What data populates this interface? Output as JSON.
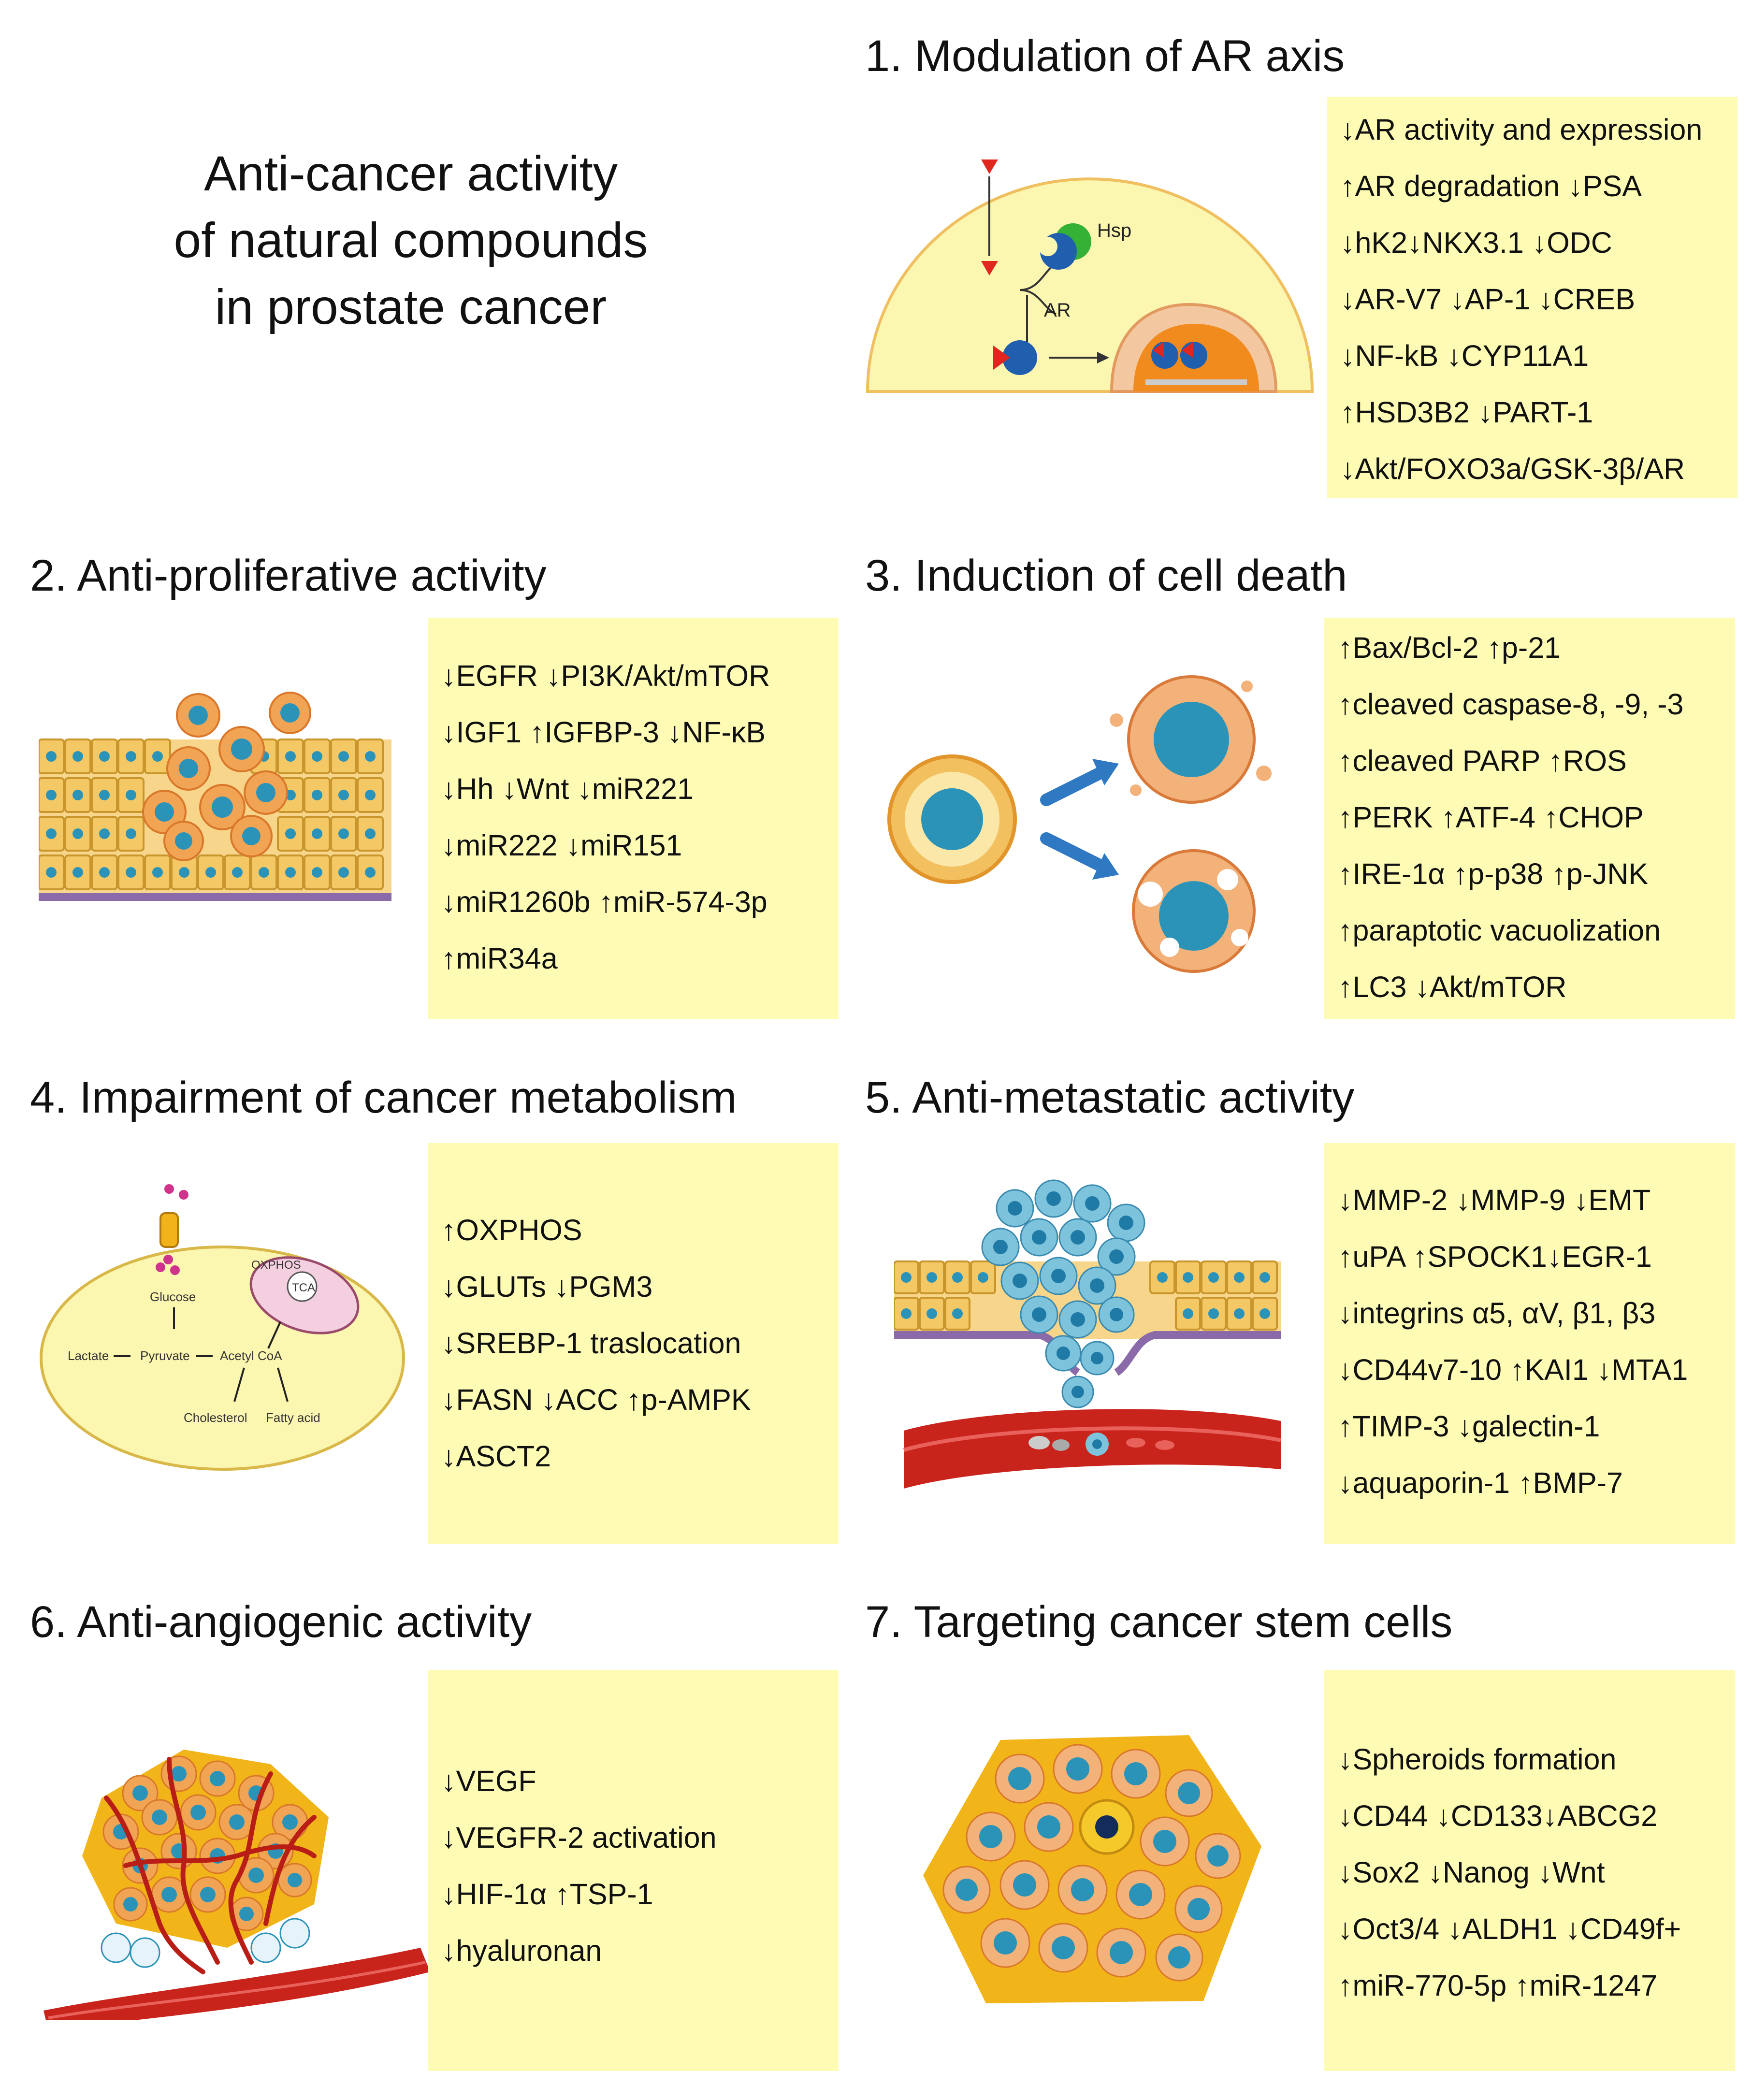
{
  "title": {
    "line1": "Anti-cancer activity",
    "line2": "of natural compounds",
    "line3": "in prostate cancer"
  },
  "sections": [
    {
      "title": "1. Modulation of AR axis",
      "items": [
        "↓AR activity and expression",
        "↑AR degradation ↓PSA",
        "↓hK2↓NKX3.1 ↓ODC",
        "↓AR-V7 ↓AP-1 ↓CREB",
        "↓NF-kB ↓CYP11A1",
        "↑HSD3B2 ↓PART-1",
        "↓Akt/FOXO3a/GSK-3β/AR"
      ],
      "diagram_labels": {
        "hsp": "Hsp",
        "ar": "AR"
      }
    },
    {
      "title": "2. Anti-proliferative activity",
      "items": [
        "↓EGFR ↓PI3K/Akt/mTOR",
        "↓IGF1 ↑IGFBP-3 ↓NF-κB",
        "↓Hh ↓Wnt ↓miR221",
        "↓miR222 ↓miR151",
        "↓miR1260b ↑miR-574-3p",
        "↑miR34a"
      ]
    },
    {
      "title": "3. Induction of cell death",
      "items": [
        "↑Bax/Bcl-2 ↑p-21",
        "↑cleaved caspase-8, -9, -3",
        "↑cleaved PARP ↑ROS",
        "↑PERK ↑ATF-4 ↑CHOP",
        "↑IRE-1α ↑p-p38 ↑p-JNK",
        "↑paraptotic vacuolization",
        "↑LC3 ↓Akt/mTOR"
      ]
    },
    {
      "title": "4. Impairment of cancer metabolism",
      "items": [
        "↑OXPHOS",
        "↓GLUTs ↓PGM3",
        "↓SREBP-1 traslocation",
        "↓FASN ↓ACC ↑p-AMPK",
        "↓ASCT2"
      ],
      "diagram_labels": {
        "glucose": "Glucose",
        "oxphos": "OXPHOS",
        "tca": "TCA",
        "lactate": "Lactate",
        "pyruvate": "Pyruvate",
        "acetyl_coa": "Acetyl CoA",
        "cholesterol": "Cholesterol",
        "fatty_acid": "Fatty acid"
      }
    },
    {
      "title": "5. Anti-metastatic activity",
      "items": [
        "↓MMP-2 ↓MMP-9 ↓EMT",
        "↑uPA ↑SPOCK1↓EGR-1",
        "↓integrins α5, αV, β1, β3",
        "↓CD44v7-10 ↑KAI1 ↓MTA1",
        "↑TIMP-3 ↓galectin-1",
        "↓aquaporin-1 ↑BMP-7"
      ]
    },
    {
      "title": "6. Anti-angiogenic activity",
      "items": [
        "↓VEGF",
        "↓VEGFR-2 activation",
        "↓HIF-1α ↑TSP-1",
        "↓hyaluronan"
      ]
    },
    {
      "title": "7. Targeting cancer stem cells",
      "items": [
        "↓Spheroids formation",
        "↓CD44 ↓CD133↓ABCG2",
        "↓Sox2  ↓Nanog ↓Wnt",
        "↓Oct3/4 ↓ALDH1 ↓CD49f+",
        "↑miR-770-5p ↑miR-1247"
      ]
    }
  ],
  "colors": {
    "box_fill": "#fdfbb4",
    "cell_orange": "#f2a455",
    "nucleus_blue": "#2c93b8",
    "vessel_red": "#c8241c",
    "membrane_purple": "#8a6aa8",
    "cytoplasm_yellow": "#fbf6b0"
  }
}
